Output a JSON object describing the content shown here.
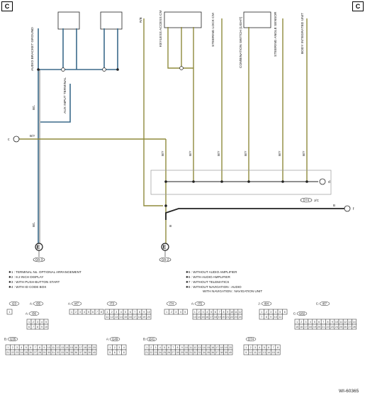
{
  "corner_left": "C",
  "corner_right": "C",
  "figure_code": "WI-60365",
  "top_labels": {
    "audio_bracket_ground": "AUDIO BRACKET GROUND",
    "aux_input": "AUX INPUT TERMINAL",
    "keyless_access_cm": "KEYLESS ACCESS CM",
    "steering_lock_cm": "STEERING LOCK CM",
    "combination_switch": "COMBINATION SWITCH (LIGHT)",
    "steering_angle_sensor": "STEERING ANGLE SENSOR",
    "body_integrated_unit": "BODY INTEGRATED UNIT"
  },
  "wire_labels": {
    "bl": "B/L",
    "by": "B/Y",
    "b": "B",
    "rb": "R/B"
  },
  "node_labels": {
    "c": "c",
    "d": "d",
    "e": "E",
    "f": "f",
    "jc": "J/C",
    "gb3": "GB-3",
    "gb2": "GB-2",
    "d74": "D74"
  },
  "notes": [
    "✸1 : TERMINAL No. OPTIONAL ARRANGEMENT",
    "✸2 : 8.2 INCH DISPLAY",
    "✸3 : WITH PUSH-BUTTON START",
    "✸4 : WITH ID CODE BOX",
    "✸5 : WITHOUT AUDIO AMPLIFIER",
    "✸6 : WITH AUDIO AMPLIFIER",
    "✸7 : WITHOUT TELEMATICS",
    "✸8 : WITHOUT NAVIGATION : AUDIO",
    "WITH NAVIGATION : NAVIGATION UNIT"
  ],
  "connectors": [
    {
      "id": "i23",
      "prefix": "",
      "pins": [
        "1"
      ]
    },
    {
      "id": "i35",
      "prefix": "A:",
      "pins": []
    },
    {
      "id": "i36",
      "prefix": "A:",
      "pins": [
        "1",
        "2",
        "3",
        "4",
        "5",
        "6",
        "7",
        "8",
        "9",
        "10"
      ]
    },
    {
      "id": "i47",
      "prefix": "A:",
      "pins": [
        "1",
        "2",
        "3",
        "4",
        "5",
        "6",
        "7",
        "8"
      ]
    },
    {
      "id": "i73",
      "prefix": "",
      "pins": [
        "1",
        "2",
        "3",
        "4",
        "5",
        "6",
        "7",
        "8",
        "9",
        "10",
        "11",
        "12",
        "13",
        "14",
        "15",
        "16",
        "17",
        "18",
        "19",
        "20"
      ]
    },
    {
      "id": "i74",
      "prefix": "",
      "pins": [
        "1",
        "2",
        "3",
        "4",
        "5"
      ]
    },
    {
      "id": "i75",
      "prefix": "A:",
      "pins": [
        "1",
        "2",
        "3",
        "4",
        "5",
        "6",
        "7",
        "8",
        "9",
        "10",
        "11",
        "12",
        "13",
        "14",
        "15",
        "16",
        "17",
        "18",
        "19",
        "20",
        "21",
        "22",
        "23",
        "24"
      ]
    },
    {
      "id": "i84",
      "prefix": "J:",
      "pins": [
        "1",
        "2",
        "3",
        "4",
        "5",
        "6",
        "7",
        "8",
        "9",
        "10",
        "11"
      ]
    },
    {
      "id": "i87",
      "prefix": "C:",
      "pins": []
    },
    {
      "id": "i182",
      "prefix": "C:",
      "pins": [
        "1",
        "2",
        "3",
        "4",
        "5",
        "6",
        "7",
        "8",
        "9",
        "10",
        "11",
        "12",
        "13",
        "14",
        "15",
        "16",
        "17",
        "18",
        "19",
        "20",
        "21",
        "22",
        "23",
        "24",
        "25",
        "26",
        "27",
        "28"
      ]
    },
    {
      "id": "i135",
      "prefix": "B:",
      "pins": [
        "1",
        "2",
        "3",
        "4",
        "5",
        "6",
        "7",
        "8",
        "9",
        "10",
        "11",
        "12",
        "13",
        "14",
        "15",
        "16",
        "17",
        "18",
        "19",
        "20",
        "21",
        "22",
        "23",
        "24",
        "25",
        "26",
        "27",
        "28",
        "29",
        "30",
        "31",
        "32",
        "33",
        "34",
        "35",
        "36",
        "37",
        "38",
        "39",
        "40"
      ]
    },
    {
      "id": "i149",
      "prefix": "A:",
      "pins": [
        "1",
        "2",
        "3",
        "4",
        "5",
        "6",
        "7",
        "8"
      ]
    },
    {
      "id": "i241",
      "prefix": "B:",
      "pins": [
        "1",
        "2",
        "3",
        "4",
        "5",
        "6",
        "7",
        "8",
        "9",
        "10",
        "11",
        "12",
        "13",
        "14",
        "15",
        "16",
        "17",
        "18",
        "19",
        "20",
        "21",
        "22",
        "23",
        "24",
        "25",
        "26",
        "27",
        "28",
        "29",
        "30",
        "31",
        "32",
        "33",
        "34",
        "35",
        "36",
        "37",
        "38",
        "39",
        "40"
      ]
    },
    {
      "id": "D74",
      "prefix": "",
      "pins": [
        "1",
        "2",
        "3",
        "4",
        "5",
        "6",
        "7",
        "8",
        "9",
        "10",
        "11",
        "12",
        "13",
        "14",
        "15",
        "16"
      ]
    }
  ],
  "colors": {
    "wire_blue": "#3b6a8a",
    "wire_olive": "#8f8a3c",
    "wire_dark": "#222222"
  }
}
